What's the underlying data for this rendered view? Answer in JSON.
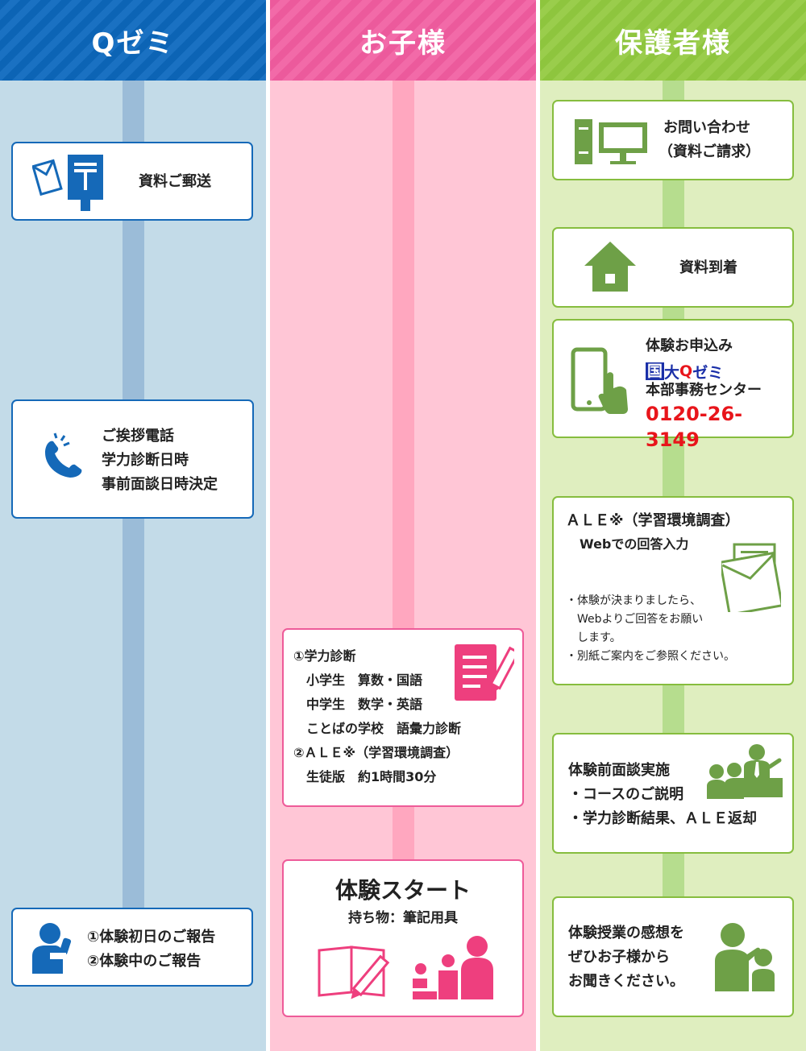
{
  "columns": {
    "qzemi": "Qゼミ",
    "child": "お子様",
    "parent": "保護者様"
  },
  "qzemi": {
    "mail": "資料ご郵送",
    "call": [
      "ご挨拶電話",
      "学力診断日時",
      "事前面談日時決定"
    ],
    "report": [
      "①体験初日のご報告",
      "②体験中のご報告"
    ]
  },
  "child": {
    "diagnosis": [
      "①学力診断",
      "　小学生　算数・国語",
      "　中学生　数学・英語",
      "　ことばの学校　語彙力診断",
      "②ＡＬＥ※（学習環境調査）",
      "　生徒版　約1時間30分"
    ],
    "start_title": "体験スタート",
    "start_sub": "持ち物：筆記用具"
  },
  "parent": {
    "inquiry": [
      "お問い合わせ",
      "（資料ご請求）"
    ],
    "arrival": "資料到着",
    "apply": {
      "line1": "体験お申込み",
      "logo_box": "国",
      "logo_mid": "大",
      "logo_q": "Q",
      "logo_end": "ゼミ",
      "line2": "本部事務センター",
      "phone": "0120-26-3149"
    },
    "ale": {
      "title": "ＡＬＥ※（学習環境調査）",
      "sub": "Webでの回答入力",
      "notes": [
        "・体験が決まりましたら、",
        "　Webよりご回答をお願い",
        "　します。",
        "・別紙ご案内をご参照ください。"
      ]
    },
    "interview": [
      "体験前面談実施",
      "・コースのご説明",
      "・学力診断結果、ＡＬＥ返却"
    ],
    "feedback": [
      "体験授業の感想を",
      "ぜひお子様から",
      "お聞きください。"
    ]
  },
  "colors": {
    "blue": "#1569b8",
    "pink": "#ee5b99",
    "green": "#86bd3e",
    "green_icon": "#6ea047",
    "phone_red": "#e8151b"
  }
}
